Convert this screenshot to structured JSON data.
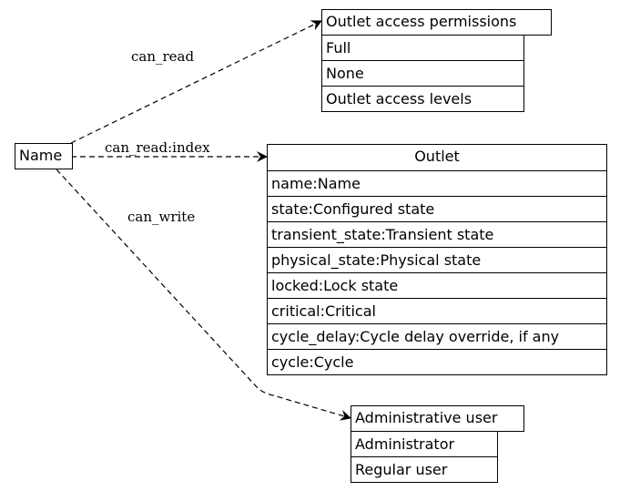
{
  "source_node": {
    "label": "Name"
  },
  "permissions_table": {
    "title": "Outlet access permissions",
    "rows": [
      "Full",
      "None",
      "Outlet access levels"
    ]
  },
  "outlet_table": {
    "title": "Outlet",
    "rows": [
      "name:Name",
      "state:Configured state",
      "transient_state:Transient state",
      "physical_state:Physical state",
      "locked:Lock state",
      "critical:Critical",
      "cycle_delay:Cycle delay override, if any",
      "cycle:Cycle"
    ]
  },
  "admin_table": {
    "title": "Administrative user",
    "rows": [
      "Administrator",
      "Regular user"
    ]
  },
  "edges": {
    "can_read": "can_read",
    "can_read_index": "can_read:index",
    "can_write": "can_write"
  }
}
